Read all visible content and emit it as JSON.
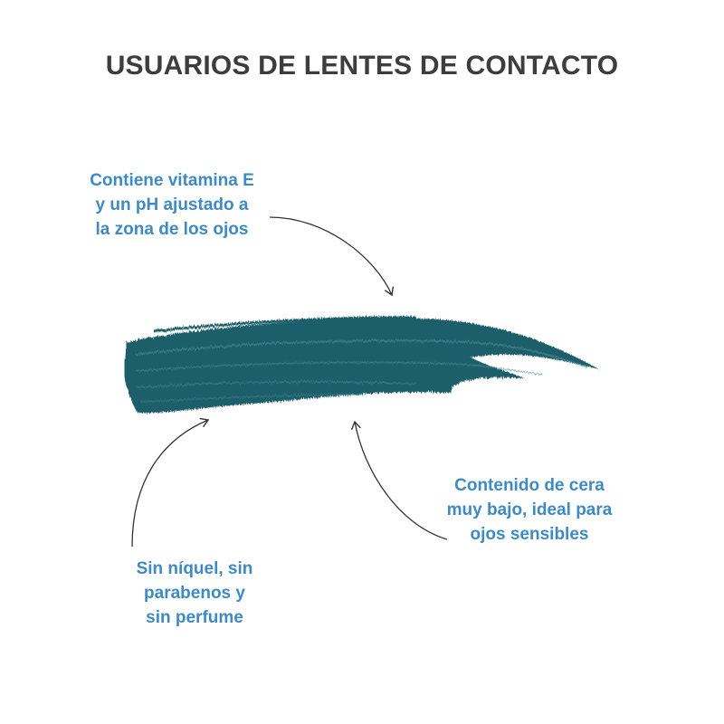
{
  "title": "USUARIOS DE LENTES DE CONTACTO",
  "colors": {
    "title": "#3d3d3d",
    "callout_text": "#3e8ac4",
    "swatch": "#1e5f6b",
    "arrow": "#333333"
  },
  "callouts": [
    {
      "lines": [
        "Contiene vitamina E",
        "y un pH ajustado a",
        "la zona de los ojos"
      ]
    },
    {
      "lines": [
        "Contenido de cera",
        "muy bajo, ideal para",
        "ojos sensibles"
      ]
    },
    {
      "lines": [
        "Sin níquel, sin",
        "parabenos y",
        "sin perfume"
      ]
    }
  ]
}
